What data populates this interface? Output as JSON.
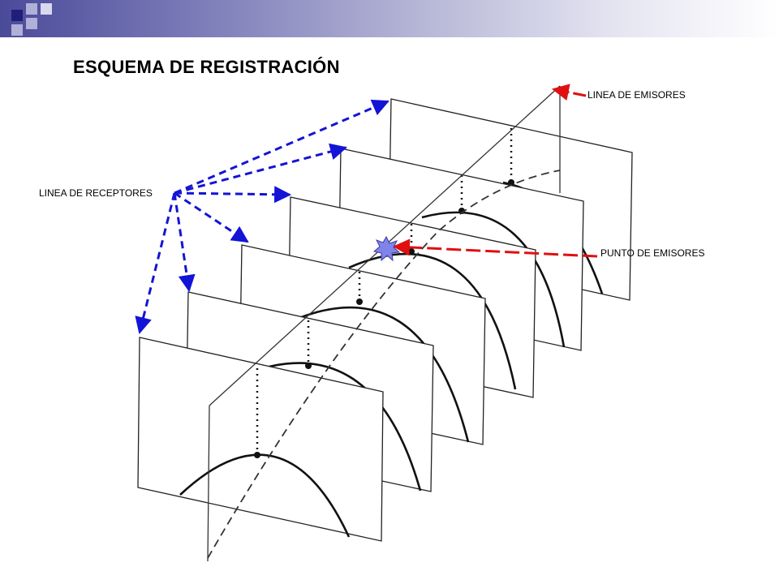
{
  "slide": {
    "title": "ESQUEMA DE REGISTRACIÓN",
    "accent_colors": {
      "band_dark": "#2b2b80",
      "square_light": "#b0b0d8",
      "receptor_arrows": "#1414d6",
      "emitter_arrows": "#e01010",
      "star": "#7f84e8"
    }
  },
  "labels": {
    "emitter_line": "LINEA DE EMISORES",
    "receptor_line": "LINEA DE RECEPTORES",
    "emitter_point": "PUNTO DE EMISORES"
  },
  "icons": [
    "corner-squares-logo",
    "emitter-star-icon"
  ]
}
